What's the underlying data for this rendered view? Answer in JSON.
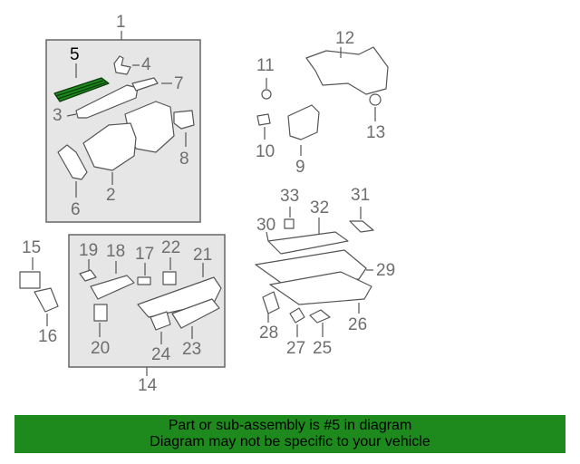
{
  "highlighted_part": "5",
  "callouts": {
    "n1": "1",
    "n2": "2",
    "n3": "3",
    "n4": "4",
    "n5": "5",
    "n6": "6",
    "n7": "7",
    "n8": "8",
    "n9": "9",
    "n10": "10",
    "n11": "11",
    "n12": "12",
    "n13": "13",
    "n14": "14",
    "n15": "15",
    "n16": "16",
    "n17": "17",
    "n18": "18",
    "n19": "19",
    "n20": "20",
    "n21": "21",
    "n22": "22",
    "n23": "23",
    "n24": "24",
    "n25": "25",
    "n26": "26",
    "n27": "27",
    "n28": "28",
    "n29": "29",
    "n30": "30",
    "n31": "31",
    "n32": "32",
    "n33": "33"
  },
  "banner": {
    "line1": "Part or sub-assembly is #5 in diagram",
    "line2": "Diagram may not be specific to your vehicle"
  },
  "colors": {
    "highlight": "#1e8a1e",
    "banner": "#1e8a1e",
    "line": "#555555",
    "box": "#e6e6e6"
  }
}
